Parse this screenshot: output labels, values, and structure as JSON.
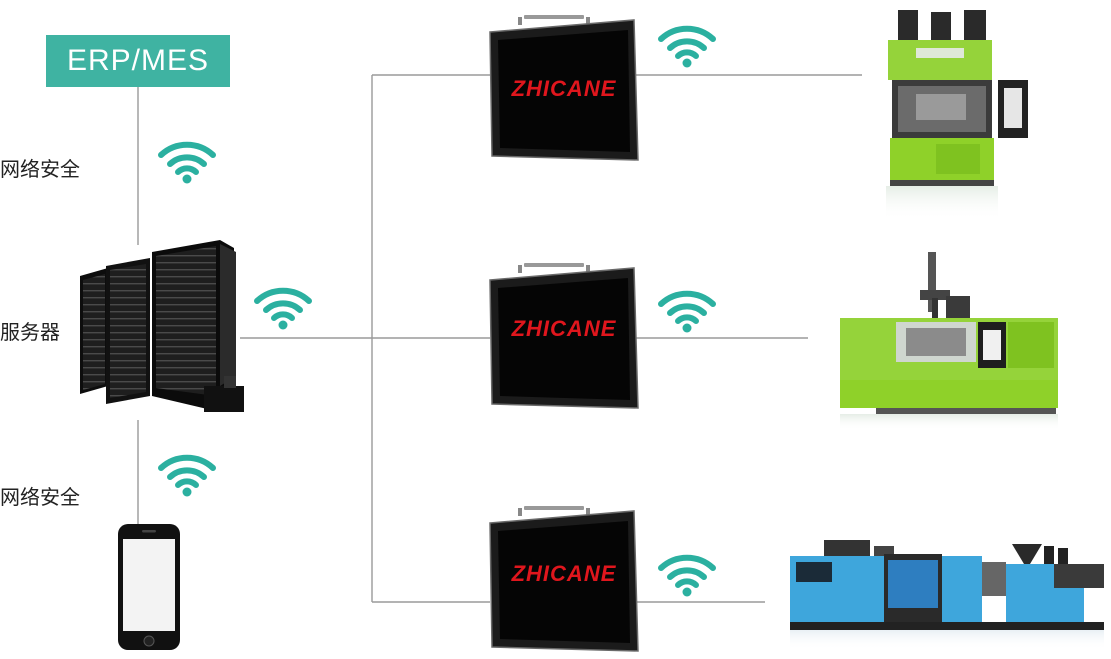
{
  "top_box": {
    "label": "ERP/MES"
  },
  "labels": {
    "security_top": "网络安全",
    "server": "服务器",
    "security_bottom": "网络安全"
  },
  "panels": [
    {
      "brand": "ZHICANE"
    },
    {
      "brand": "ZHICANE"
    },
    {
      "brand": "ZHICANE"
    }
  ],
  "colors": {
    "accent": "#3fb3a2",
    "wifi": "#2bb0a0",
    "line": "#9a9a9a",
    "brand_red": "#e0161d",
    "machine_green": "#8fd129",
    "machine_blue": "#3ea6dc"
  },
  "icons": [
    "wifi-icon",
    "server-rack-icon",
    "smartphone-icon",
    "hmi-panel-icon",
    "injection-molding-machine-icon"
  ]
}
